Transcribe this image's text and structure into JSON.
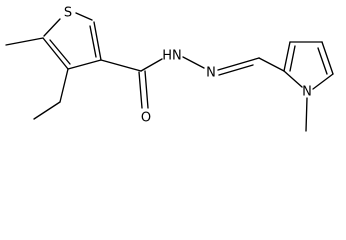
{
  "molecule": {
    "atoms": {
      "sulfur": "S",
      "carbonyl_oxygen": "O",
      "hydrazide_nh": "HN",
      "imine_n": "N",
      "pyrrole_n": "N"
    }
  },
  "colors": {
    "bond": "#000000",
    "label": "#000000",
    "background": "#ffffff"
  }
}
